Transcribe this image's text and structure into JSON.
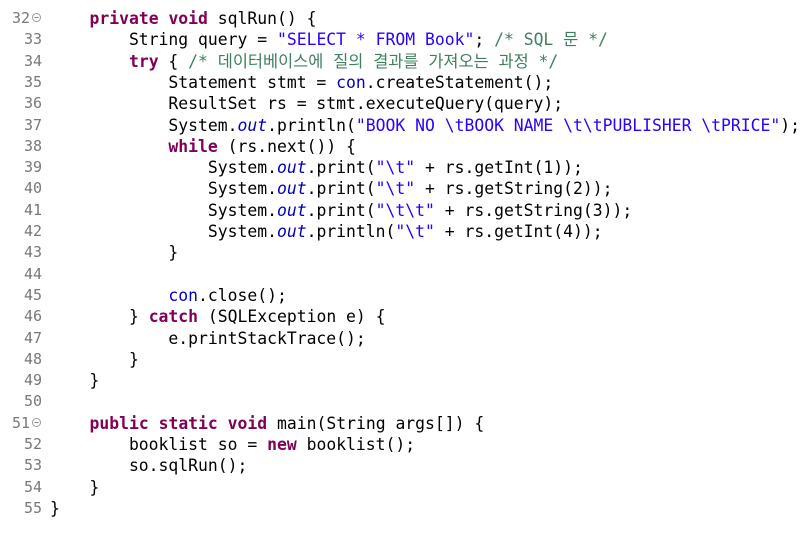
{
  "editor": {
    "lines": [
      {
        "num": "32",
        "fold": true,
        "tokens": [
          {
            "t": "    "
          },
          {
            "t": "private",
            "c": "kw"
          },
          {
            "t": " "
          },
          {
            "t": "void",
            "c": "kw"
          },
          {
            "t": " sqlRun() {"
          }
        ]
      },
      {
        "num": "33",
        "tokens": [
          {
            "t": "        String query = "
          },
          {
            "t": "\"SELECT * FROM Book\"",
            "c": "str"
          },
          {
            "t": "; "
          },
          {
            "t": "/* SQL 문 */",
            "c": "cmt"
          }
        ]
      },
      {
        "num": "34",
        "tokens": [
          {
            "t": "        "
          },
          {
            "t": "try",
            "c": "kw"
          },
          {
            "t": " { "
          },
          {
            "t": "/* 데이터베이스에 질의 결과를 가져오는 과정 */",
            "c": "cmt"
          }
        ]
      },
      {
        "num": "35",
        "tokens": [
          {
            "t": "            Statement stmt = "
          },
          {
            "t": "con",
            "c": "fld"
          },
          {
            "t": ".createStatement();"
          }
        ]
      },
      {
        "num": "36",
        "tokens": [
          {
            "t": "            ResultSet rs = stmt.executeQuery(query);"
          }
        ]
      },
      {
        "num": "37",
        "tokens": [
          {
            "t": "            System."
          },
          {
            "t": "out",
            "c": "ital"
          },
          {
            "t": ".println("
          },
          {
            "t": "\"BOOK NO \\tBOOK NAME \\t\\tPUBLISHER \\tPRICE\"",
            "c": "str"
          },
          {
            "t": ");"
          }
        ]
      },
      {
        "num": "38",
        "tokens": [
          {
            "t": "            "
          },
          {
            "t": "while",
            "c": "kw"
          },
          {
            "t": " (rs.next()) {"
          }
        ]
      },
      {
        "num": "39",
        "tokens": [
          {
            "t": "                System."
          },
          {
            "t": "out",
            "c": "ital"
          },
          {
            "t": ".print("
          },
          {
            "t": "\"\\t\"",
            "c": "str"
          },
          {
            "t": " + rs.getInt(1));"
          }
        ]
      },
      {
        "num": "40",
        "tokens": [
          {
            "t": "                System."
          },
          {
            "t": "out",
            "c": "ital"
          },
          {
            "t": ".print("
          },
          {
            "t": "\"\\t\"",
            "c": "str"
          },
          {
            "t": " + rs.getString(2));"
          }
        ]
      },
      {
        "num": "41",
        "tokens": [
          {
            "t": "                System."
          },
          {
            "t": "out",
            "c": "ital"
          },
          {
            "t": ".print("
          },
          {
            "t": "\"\\t\\t\"",
            "c": "str"
          },
          {
            "t": " + rs.getString(3));"
          }
        ]
      },
      {
        "num": "42",
        "tokens": [
          {
            "t": "                System."
          },
          {
            "t": "out",
            "c": "ital"
          },
          {
            "t": ".println("
          },
          {
            "t": "\"\\t\"",
            "c": "str"
          },
          {
            "t": " + rs.getInt(4));"
          }
        ]
      },
      {
        "num": "43",
        "tokens": [
          {
            "t": "            }"
          }
        ]
      },
      {
        "num": "44",
        "tokens": [
          {
            "t": ""
          }
        ]
      },
      {
        "num": "45",
        "tokens": [
          {
            "t": "            "
          },
          {
            "t": "con",
            "c": "fld"
          },
          {
            "t": ".close();"
          }
        ]
      },
      {
        "num": "46",
        "tokens": [
          {
            "t": "        } "
          },
          {
            "t": "catch",
            "c": "kw"
          },
          {
            "t": " (SQLException e) {"
          }
        ]
      },
      {
        "num": "47",
        "tokens": [
          {
            "t": "            e.printStackTrace();"
          }
        ]
      },
      {
        "num": "48",
        "tokens": [
          {
            "t": "        }"
          }
        ]
      },
      {
        "num": "49",
        "tokens": [
          {
            "t": "    }"
          }
        ]
      },
      {
        "num": "50",
        "tokens": [
          {
            "t": ""
          }
        ]
      },
      {
        "num": "51",
        "fold": true,
        "tokens": [
          {
            "t": "    "
          },
          {
            "t": "public",
            "c": "kw"
          },
          {
            "t": " "
          },
          {
            "t": "static",
            "c": "kw"
          },
          {
            "t": " "
          },
          {
            "t": "void",
            "c": "kw"
          },
          {
            "t": " main(String args[]) {"
          }
        ]
      },
      {
        "num": "52",
        "tokens": [
          {
            "t": "        booklist so = "
          },
          {
            "t": "new",
            "c": "kw"
          },
          {
            "t": " booklist();"
          }
        ]
      },
      {
        "num": "53",
        "tokens": [
          {
            "t": "        so.sqlRun();"
          }
        ]
      },
      {
        "num": "54",
        "tokens": [
          {
            "t": "    }"
          }
        ]
      },
      {
        "num": "55",
        "tokens": [
          {
            "t": "}"
          }
        ]
      }
    ]
  }
}
